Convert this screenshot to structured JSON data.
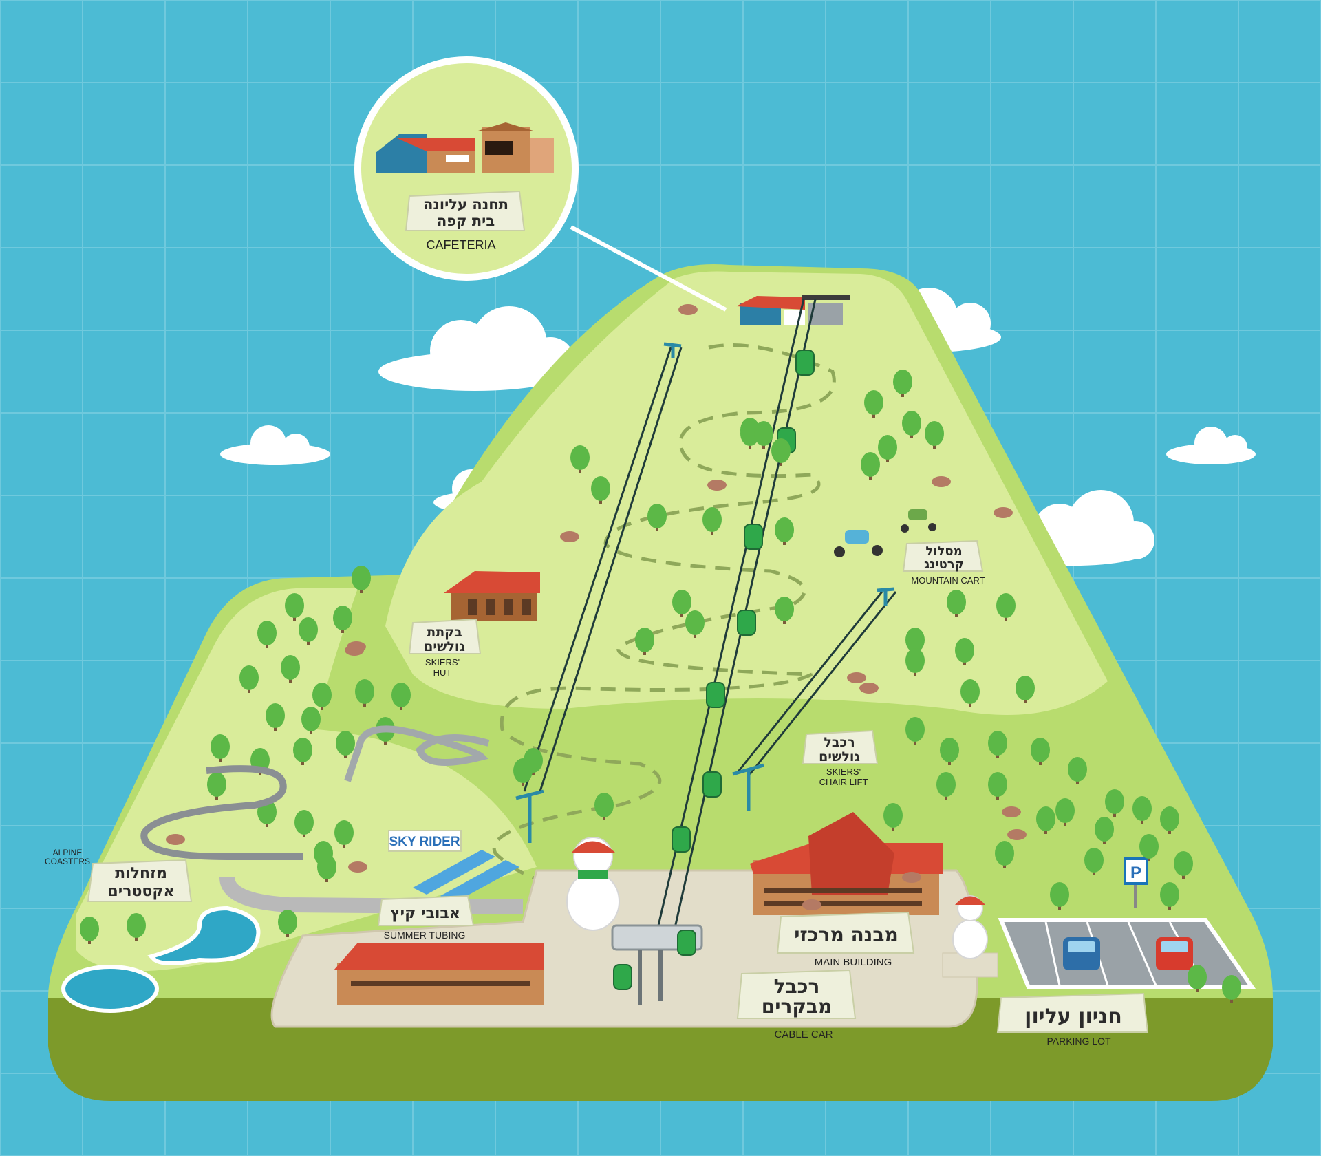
{
  "map": {
    "cafeteria": {
      "he_line1": "תחנה עליונה",
      "he_line2": "בית קפה",
      "en": "CAFETERIA"
    },
    "skiers_hut": {
      "he_line1": "בקתת",
      "he_line2": "גולשים",
      "en_line1": "SKIERS'",
      "en_line2": "HUT"
    },
    "mountain_cart": {
      "he_line1": "מסלול",
      "he_line2": "קרטינג",
      "en": "MOUNTAIN CART"
    },
    "skiers_chair_lift": {
      "he_line1": "רכבל",
      "he_line2": "גולשים",
      "en_line1": "SKIERS'",
      "en_line2": "CHAIR LIFT"
    },
    "alpine_coasters": {
      "he_line1": "מזחלות",
      "he_line2": "אקסטרים",
      "en_line1": "ALPINE",
      "en_line2": "COASTERS"
    },
    "sky_rider": {
      "label": "SKY RIDER"
    },
    "summer_tubing": {
      "he": "אבובי קיץ",
      "en": "SUMMER TUBING"
    },
    "main_building": {
      "he": "מבנה מרכזי",
      "en": "MAIN BUILDING"
    },
    "cable_car": {
      "he_line1": "רכבל",
      "he_line2": "מבקרים",
      "en": "CABLE CAR"
    },
    "parking_lot": {
      "he": "חניון עליון",
      "en": "PARKING LOT",
      "sign": "P"
    }
  },
  "colors": {
    "water": "#4cbbd4",
    "grass_light": "#d9ec9a",
    "grass_mid": "#b8dc6e",
    "grass_base": "#7d9a2a",
    "plaza": "#e2ddc9",
    "roof_red": "#d84a35",
    "tree": "#5cb847",
    "gondola": "#2fa84a"
  }
}
